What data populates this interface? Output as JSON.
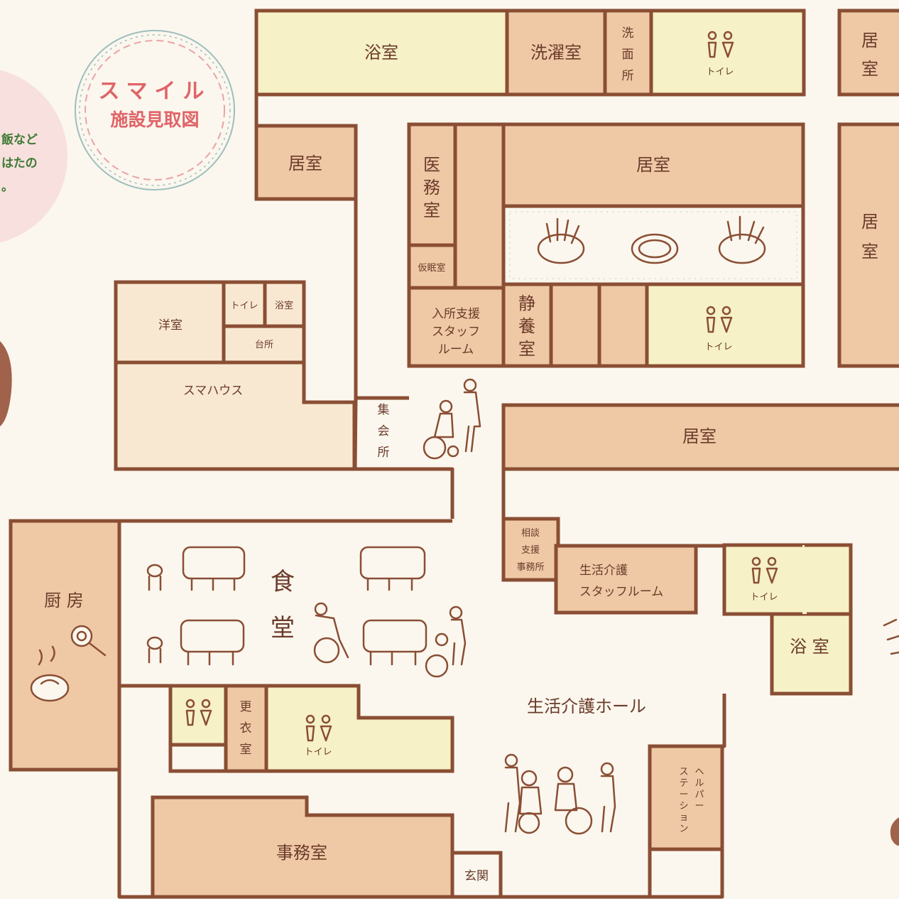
{
  "badge": {
    "line1": "スマイル",
    "line2": "施設見取図"
  },
  "note": {
    "line1": "飯など",
    "line2": "はたの",
    "line3": "。"
  },
  "rooms": {
    "bath_top": "浴室",
    "laundry": "洗濯室",
    "washroom": [
      "洗",
      "面",
      "所"
    ],
    "toilet": "トイレ",
    "living": "居室",
    "living_v": [
      "居",
      "室"
    ],
    "medical": [
      "医",
      "務",
      "室"
    ],
    "nap": "仮眠室",
    "intake_staff": [
      "入所支援",
      "スタッフ",
      "ルーム"
    ],
    "rest": [
      "静",
      "養",
      "室"
    ],
    "western": "洋室",
    "toilet_small": "トイレ",
    "bath_small": "浴室",
    "kitchen_small": "台所",
    "smahouse": "スマハウス",
    "meeting": [
      "集",
      "会",
      "所"
    ],
    "consult": [
      "相談",
      "支援",
      "事務所"
    ],
    "life_staff": [
      "生活介護",
      "スタッフルーム"
    ],
    "bath_right": "浴 室",
    "kitchen": "厨 房",
    "dining": [
      "食",
      "堂"
    ],
    "hall": "生活介護ホール",
    "changing": [
      "更",
      "衣",
      "室"
    ],
    "helper": [
      "ヘ",
      "ル",
      "パ",
      "ー",
      "ス",
      "テ",
      "ー",
      "シ",
      "ョ",
      "ン"
    ],
    "office": "事務室",
    "entrance": "玄関"
  },
  "colors": {
    "tan": "#efc9a6",
    "yellow": "#f6f1c6",
    "cream": "#f8e8d2",
    "wall": "#8a4e34",
    "badge": "#e06468"
  }
}
